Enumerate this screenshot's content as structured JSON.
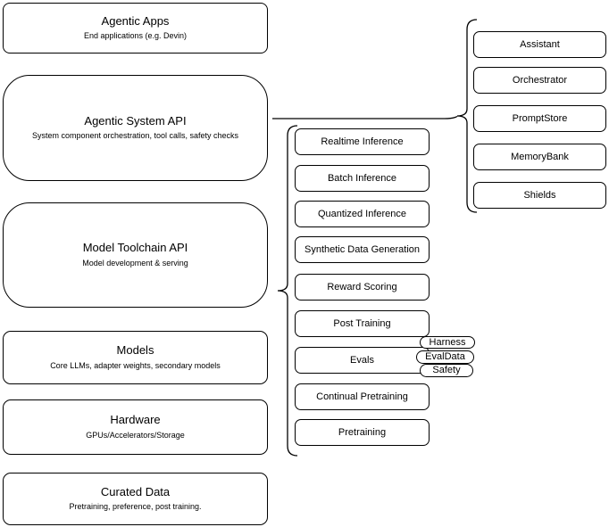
{
  "diagram": {
    "left_stack": [
      {
        "title": "Agentic Apps",
        "subtitle": "End applications (e.g. Devin)"
      },
      {
        "title": "Agentic System API",
        "subtitle": "System component orchestration, tool calls, safety checks"
      },
      {
        "title": "Model Toolchain API",
        "subtitle": "Model development & serving"
      },
      {
        "title": "Models",
        "subtitle": "Core LLMs, adapter weights, secondary models"
      },
      {
        "title": "Hardware",
        "subtitle": "GPUs/Accelerators/Storage"
      },
      {
        "title": "Curated Data",
        "subtitle": "Pretraining, preference, post training."
      }
    ],
    "toolchain_items": [
      "Realtime Inference",
      "Batch Inference",
      "Quantized Inference",
      "Synthetic Data Generation",
      "Reward Scoring",
      "Post Training",
      "Evals",
      "Continual Pretraining",
      "Pretraining"
    ],
    "eval_tags": [
      "Harness",
      "EvalData",
      "Safety"
    ],
    "system_components": [
      "Assistant",
      "Orchestrator",
      "PromptStore",
      "MemoryBank",
      "Shields"
    ],
    "colors": {
      "stroke": "#000000",
      "fill": "#ffffff",
      "background": "#ffffff",
      "text": "#000000"
    }
  }
}
